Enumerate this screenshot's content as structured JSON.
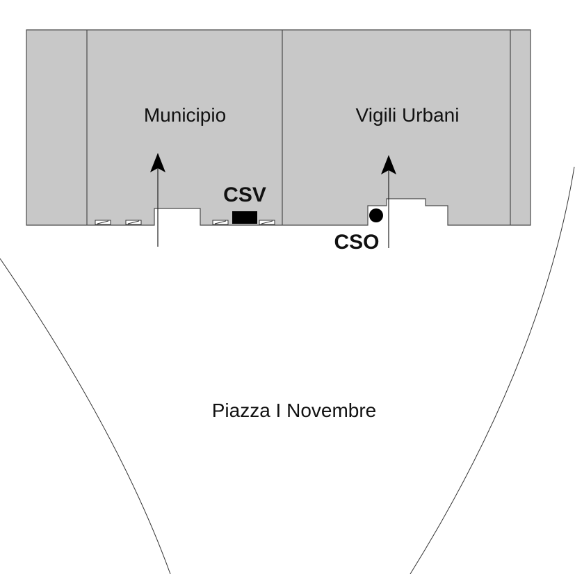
{
  "labels": {
    "municipio": "Municipio",
    "vigili": "Vigili Urbani",
    "csv": "CSV",
    "cso": "CSO",
    "piazza": "Piazza I Novembre"
  },
  "colors": {
    "building_fill": "#c8c8c8",
    "outline": "#4a4a4a",
    "marker": "#000000",
    "text": "#111111"
  }
}
